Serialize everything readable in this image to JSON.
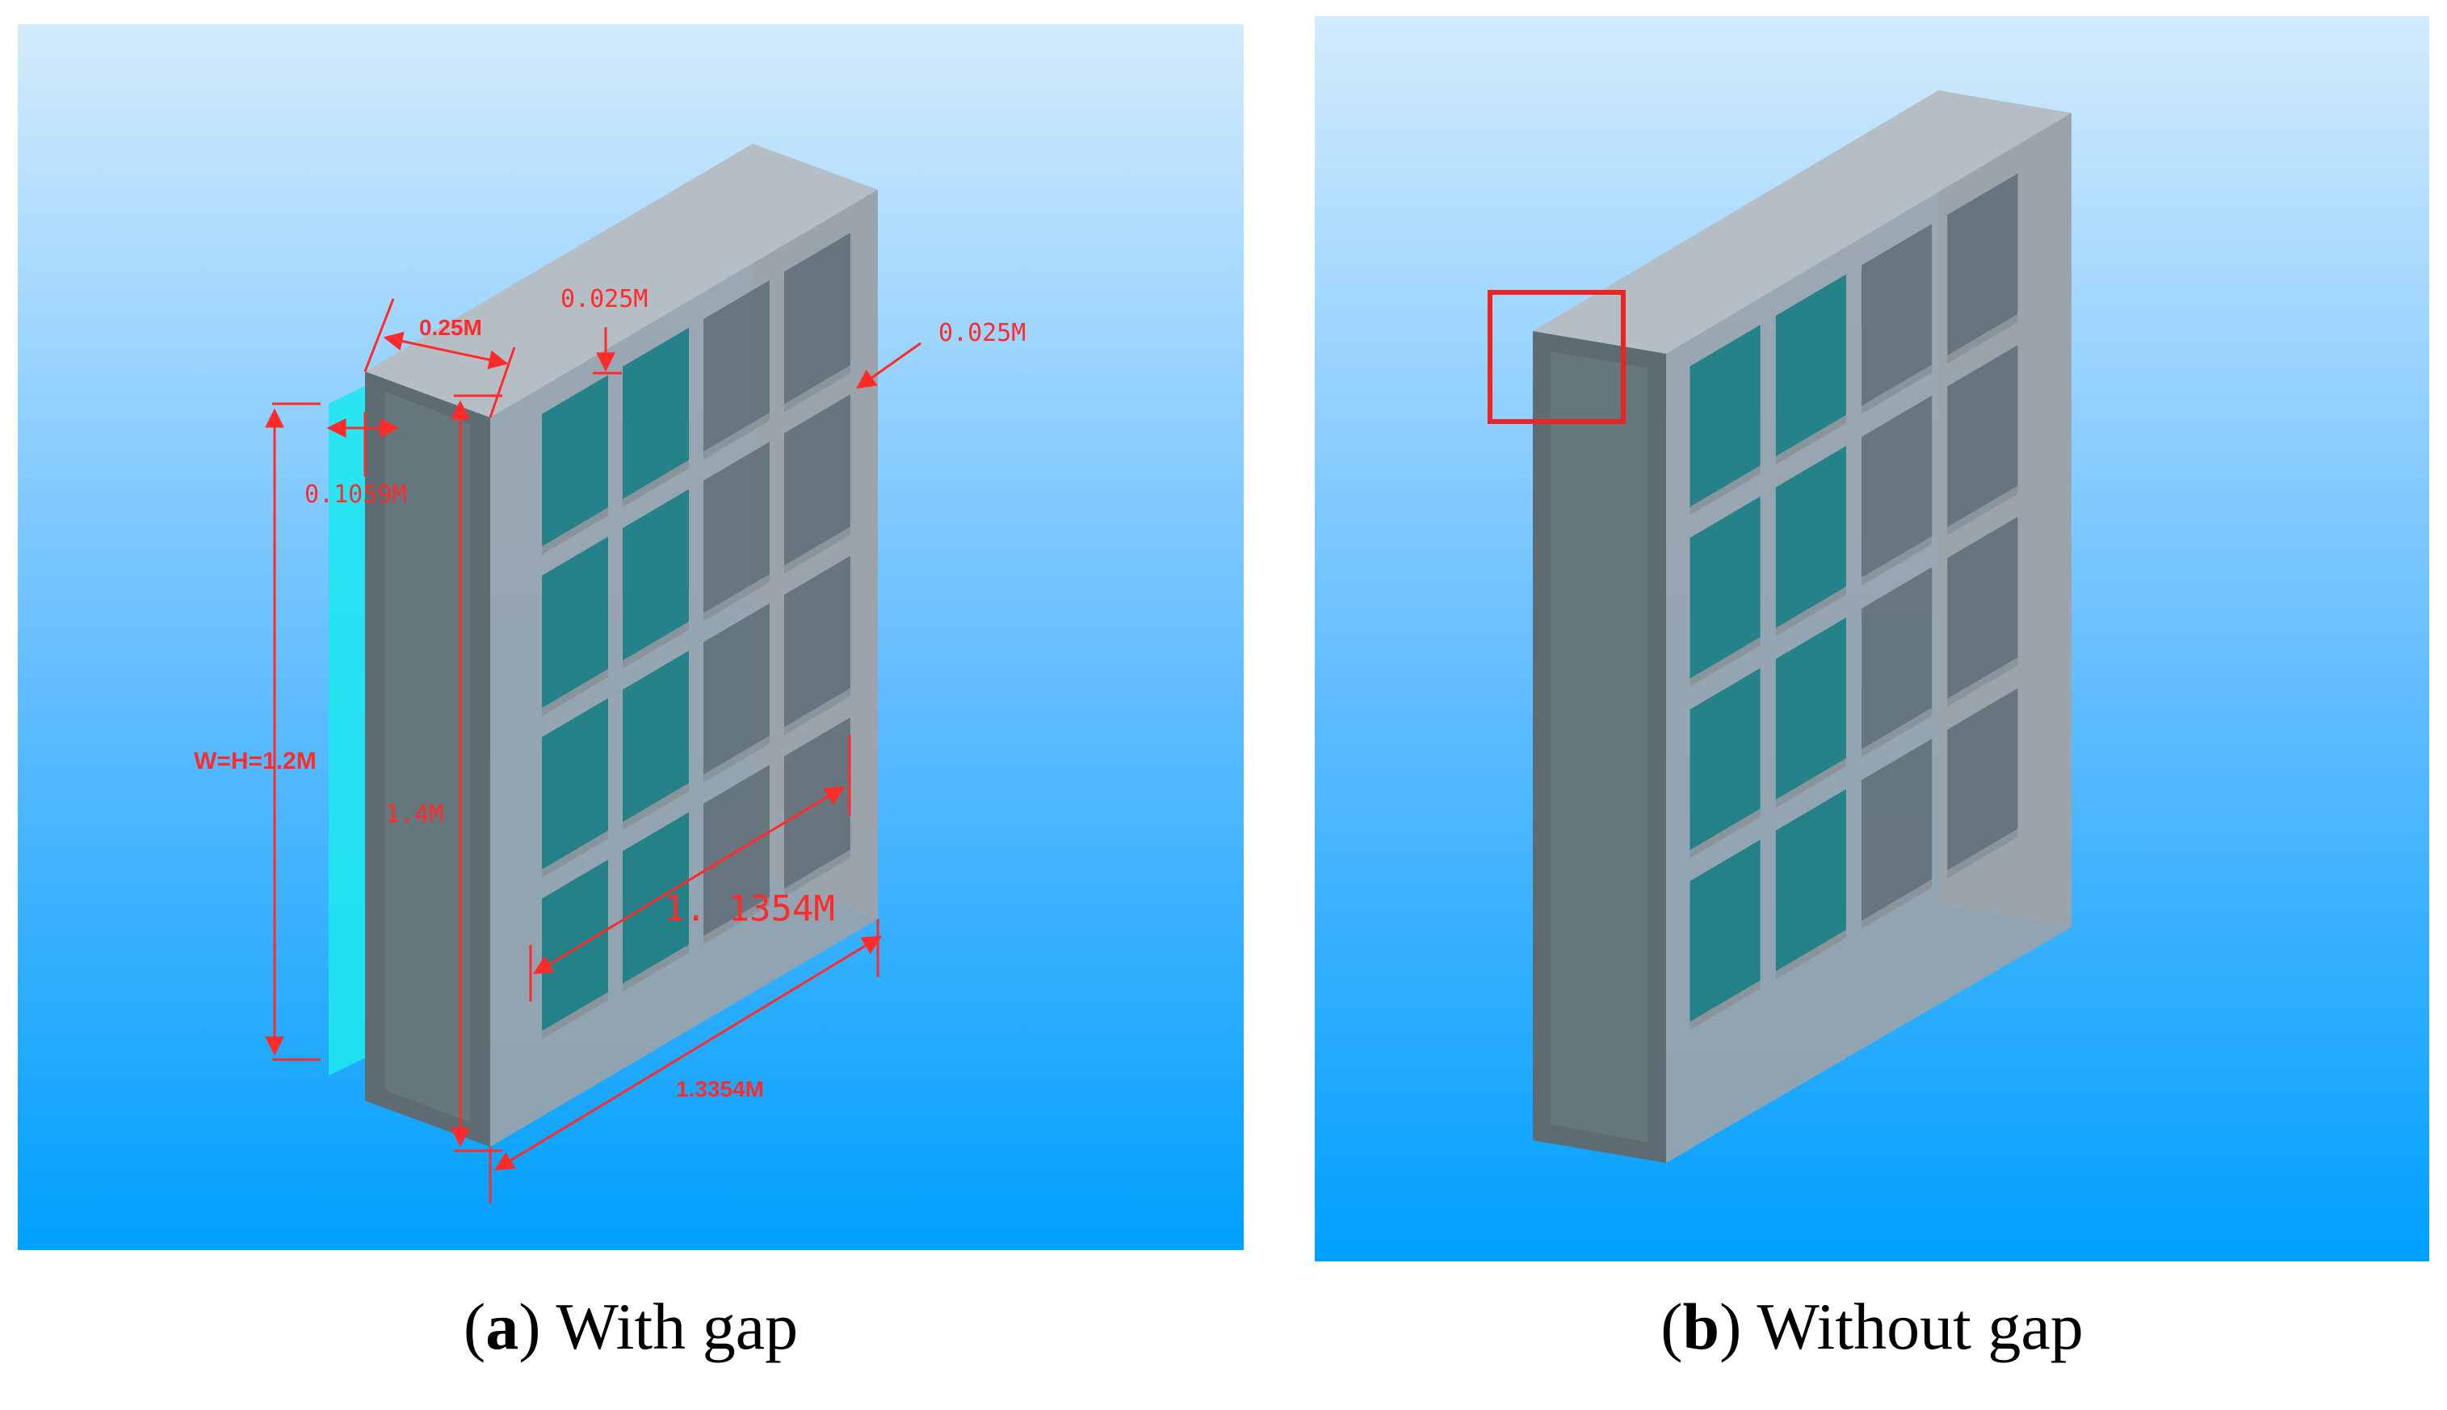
{
  "figure": {
    "panel_a": {
      "caption_letter": "a",
      "caption_text": "With gap",
      "dimensions": {
        "depth": "0.25M",
        "divider_top": "0.025M",
        "divider_side": "0.025M",
        "gap": "0.1059M",
        "side": "W=H=1.2M",
        "height": "1.4M",
        "inner_width": "1. 1354M",
        "outer_width": "1.3354M"
      }
    },
    "panel_b": {
      "caption_letter": "b",
      "caption_text": "Without gap",
      "highlight": "red rectangle marking the top-left front corner where the panel meets the frame"
    },
    "colors": {
      "background_top": "#d3ebfc",
      "background_bottom": "#00a0fe",
      "frame_gray": "#9aa3ab",
      "panel_cyan": "#1fe6f0",
      "dimension_red": "#ff2a2a"
    }
  }
}
